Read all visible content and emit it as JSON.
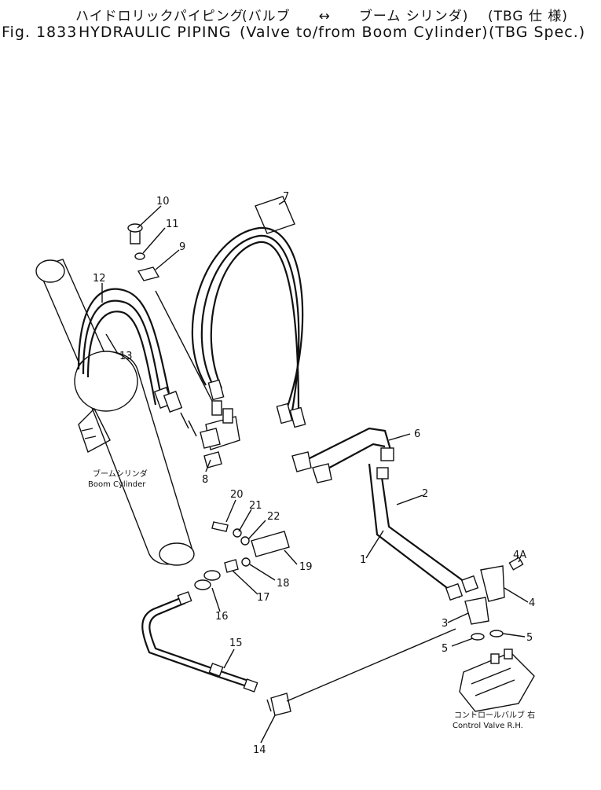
{
  "title": {
    "jp_main": "ハイドロリックパイピング",
    "jp_paren1": "(バルブ　　↔　　ブーム シリンダ)",
    "jp_paren2": "(TBG 仕 様)",
    "fig_number": "Fig. 1833",
    "en_main": "HYDRAULIC PIPING",
    "en_paren1": "(Valve to/from Boom Cylinder)",
    "en_paren2": "(TBG Spec.)"
  },
  "captions": {
    "boom_cylinder_jp": "ブームシリンダ",
    "boom_cylinder_en": "Boom Cylinder",
    "control_valve_jp": "コントロールバルブ 右",
    "control_valve_en": "Control Valve  R.H."
  },
  "part_labels": {
    "p1": "1",
    "p2": "2",
    "p3": "3",
    "p4": "4",
    "p4a": "4A",
    "p5a": "5",
    "p5b": "5",
    "p6": "6",
    "p7": "7",
    "p8": "8",
    "p9": "9",
    "p10": "10",
    "p11": "11",
    "p12": "12",
    "p13": "13",
    "p14": "14",
    "p15": "15",
    "p16": "16",
    "p17": "17",
    "p18": "18",
    "p19": "19",
    "p20": "20",
    "p21": "21",
    "p22": "22"
  }
}
